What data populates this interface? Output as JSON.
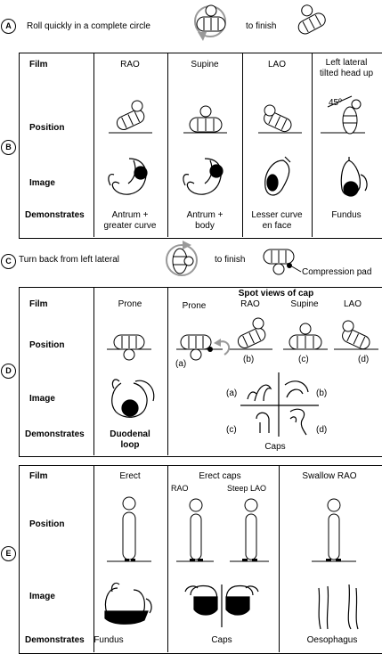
{
  "section_A": {
    "marker": "A",
    "instruction": "Roll quickly in a complete circle",
    "finish": "to finish"
  },
  "section_B": {
    "marker": "B",
    "row_labels": [
      "Film",
      "Position",
      "Image",
      "Demonstrates"
    ],
    "films": [
      "RAO",
      "Supine",
      "LAO",
      "Left lateral\ntilted head up"
    ],
    "angle": "45º",
    "demonstrates": [
      "Antrum +\ngreater curve",
      "Antrum +\nbody",
      "Lesser curve\nen face",
      "Fundus"
    ]
  },
  "section_C": {
    "marker": "C",
    "instruction": "Turn back from left lateral",
    "finish": "to finish",
    "pad_label": "Compression pad"
  },
  "section_D": {
    "marker": "D",
    "row_labels": [
      "Film",
      "Position",
      "Image",
      "Demonstrates"
    ],
    "film_prone": "Prone",
    "spot_title": "Spot views of cap",
    "spot_films": [
      "Prone",
      "RAO",
      "Supine",
      "LAO"
    ],
    "pos_letters": [
      "(a)",
      "(b)",
      "(c)",
      "(d)"
    ],
    "image_letters": [
      "(a)",
      "(b)",
      "(c)",
      "(d)"
    ],
    "demo_prone": "Duodenal\nloop",
    "demo_caps": "Caps"
  },
  "section_E": {
    "marker": "E",
    "row_labels": [
      "Film",
      "Position",
      "Image",
      "Demonstrates"
    ],
    "films": [
      "Erect",
      "Erect caps",
      "Swallow RAO"
    ],
    "sub_films": [
      "RAO",
      "Steep LAO"
    ],
    "demonstrates": [
      "Fundus",
      "Caps",
      "Oesophagus"
    ]
  }
}
